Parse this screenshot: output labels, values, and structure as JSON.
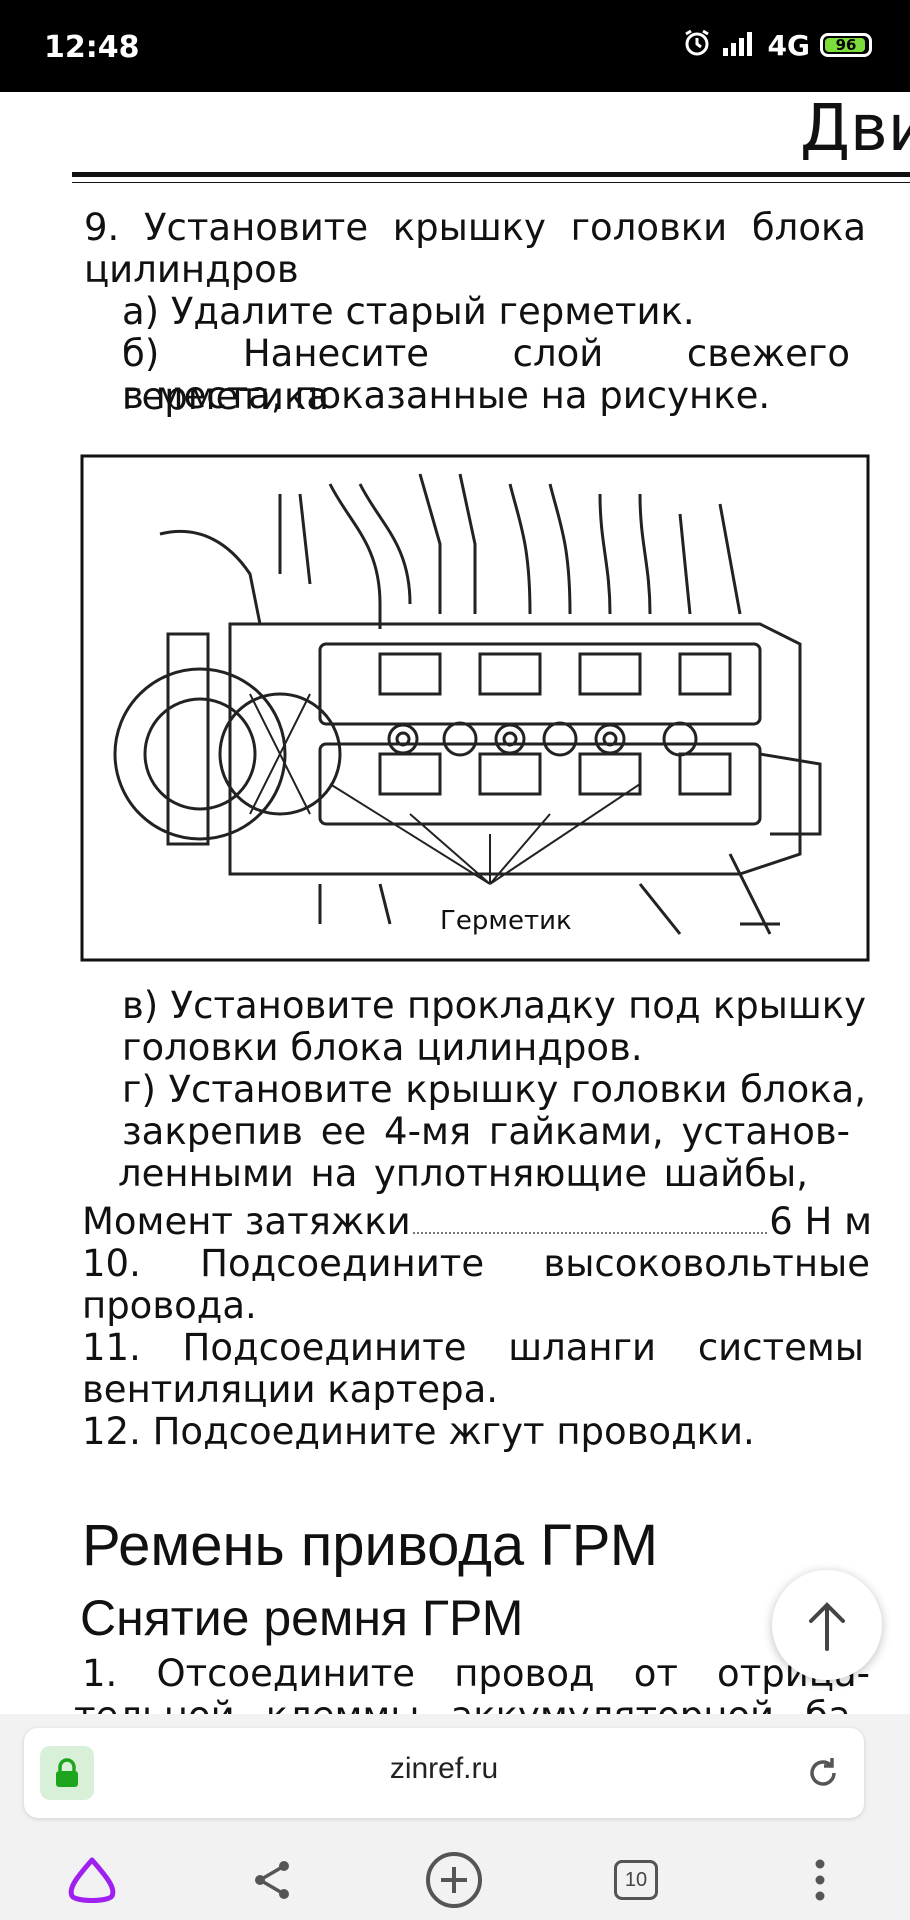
{
  "status_bar": {
    "time": "12:48",
    "network": "4G",
    "battery": "96",
    "battery_fraction": 0.96,
    "icons": [
      "alarm-icon",
      "signal-icon",
      "battery-icon"
    ]
  },
  "page": {
    "header_partial": "Дви",
    "step9": {
      "line1": "9. Установите крышку головки блока",
      "line2": "цилиндров",
      "a": "а) Удалите старый герметик.",
      "b1": "б) Нанесите слой свежего герметика",
      "b2": "в места, показанные на рисунке."
    },
    "figure": {
      "label": "Герметик"
    },
    "step9_cont": {
      "v1": "в) Установите прокладку под крышку",
      "v2": "головки блока цилиндров.",
      "g1": "г) Установите крышку головки блока,",
      "g2": "закрепив ее 4-мя гайками, установ-",
      "g3": "ленными на уплотняющие шайбы,"
    },
    "torque": {
      "label": "Момент затяжки",
      "value": "6 Н м"
    },
    "step10": {
      "line1": "10. Подсоедините высоковольтные",
      "line2": "провода."
    },
    "step11": {
      "line1": "11. Подсоедините шланги системы",
      "line2": "вентиляции картера."
    },
    "step12": "12. Подсоедините жгут проводки.",
    "section_title": "Ремень привода ГРМ",
    "subsection_title": "Снятие ремня ГРМ",
    "step1": {
      "line1": "1. Отсоедините провод от отрица-",
      "line2": "тельной клеммы аккумуляторной ба-"
    }
  },
  "browser": {
    "url": "zinref.ru",
    "tab_count": "10",
    "accent": "#a020f0"
  }
}
